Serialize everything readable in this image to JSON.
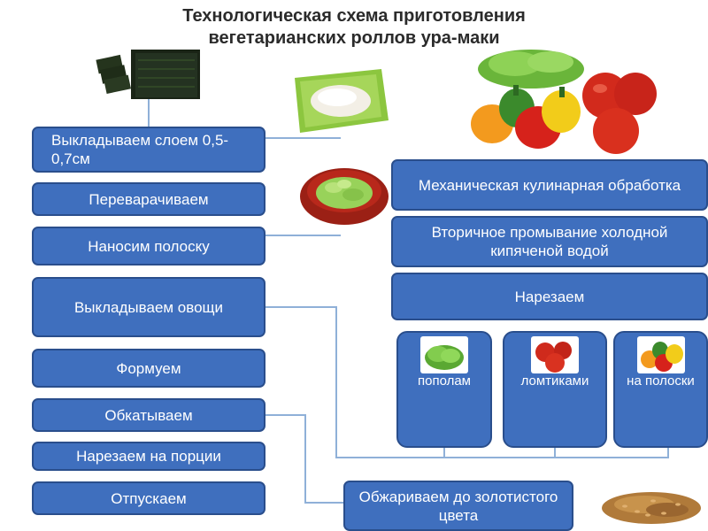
{
  "title": {
    "line1": "Технологическая схема приготовления",
    "line2": "вегетарианских роллов ура-маки"
  },
  "left_steps": [
    {
      "label": "Выкладываем слоем 0,5-0,7см"
    },
    {
      "label": "Переварачиваем"
    },
    {
      "label": "Наносим полоску"
    },
    {
      "label": "Выкладываем овощи"
    },
    {
      "label": "Формуем"
    },
    {
      "label": "Обкатываем"
    },
    {
      "label": "Нарезаем на порции"
    },
    {
      "label": "Отпускаем"
    }
  ],
  "right_steps": [
    {
      "label": "Механическая кулинарная обработка"
    },
    {
      "label": "Вторичное промывание холодной кипяченой водой"
    },
    {
      "label": "Нарезаем"
    }
  ],
  "cut_types": [
    {
      "label": "пополам",
      "icon": "lettuce-icon"
    },
    {
      "label": "ломтиками",
      "icon": "tomatoes-icon"
    },
    {
      "label": "на полоски",
      "icon": "peppers-icon"
    }
  ],
  "bottom_step": {
    "label": "Обжариваем  до золотистого цвета"
  },
  "images": [
    "nori-sheets-image",
    "rice-plate-image",
    "wasabi-bowl-image",
    "vegetables-image",
    "sesame-seeds-image"
  ],
  "colors": {
    "box_fill": "#3f6fbe",
    "box_border": "#2a4e8c",
    "connector": "#8fb0d8"
  }
}
